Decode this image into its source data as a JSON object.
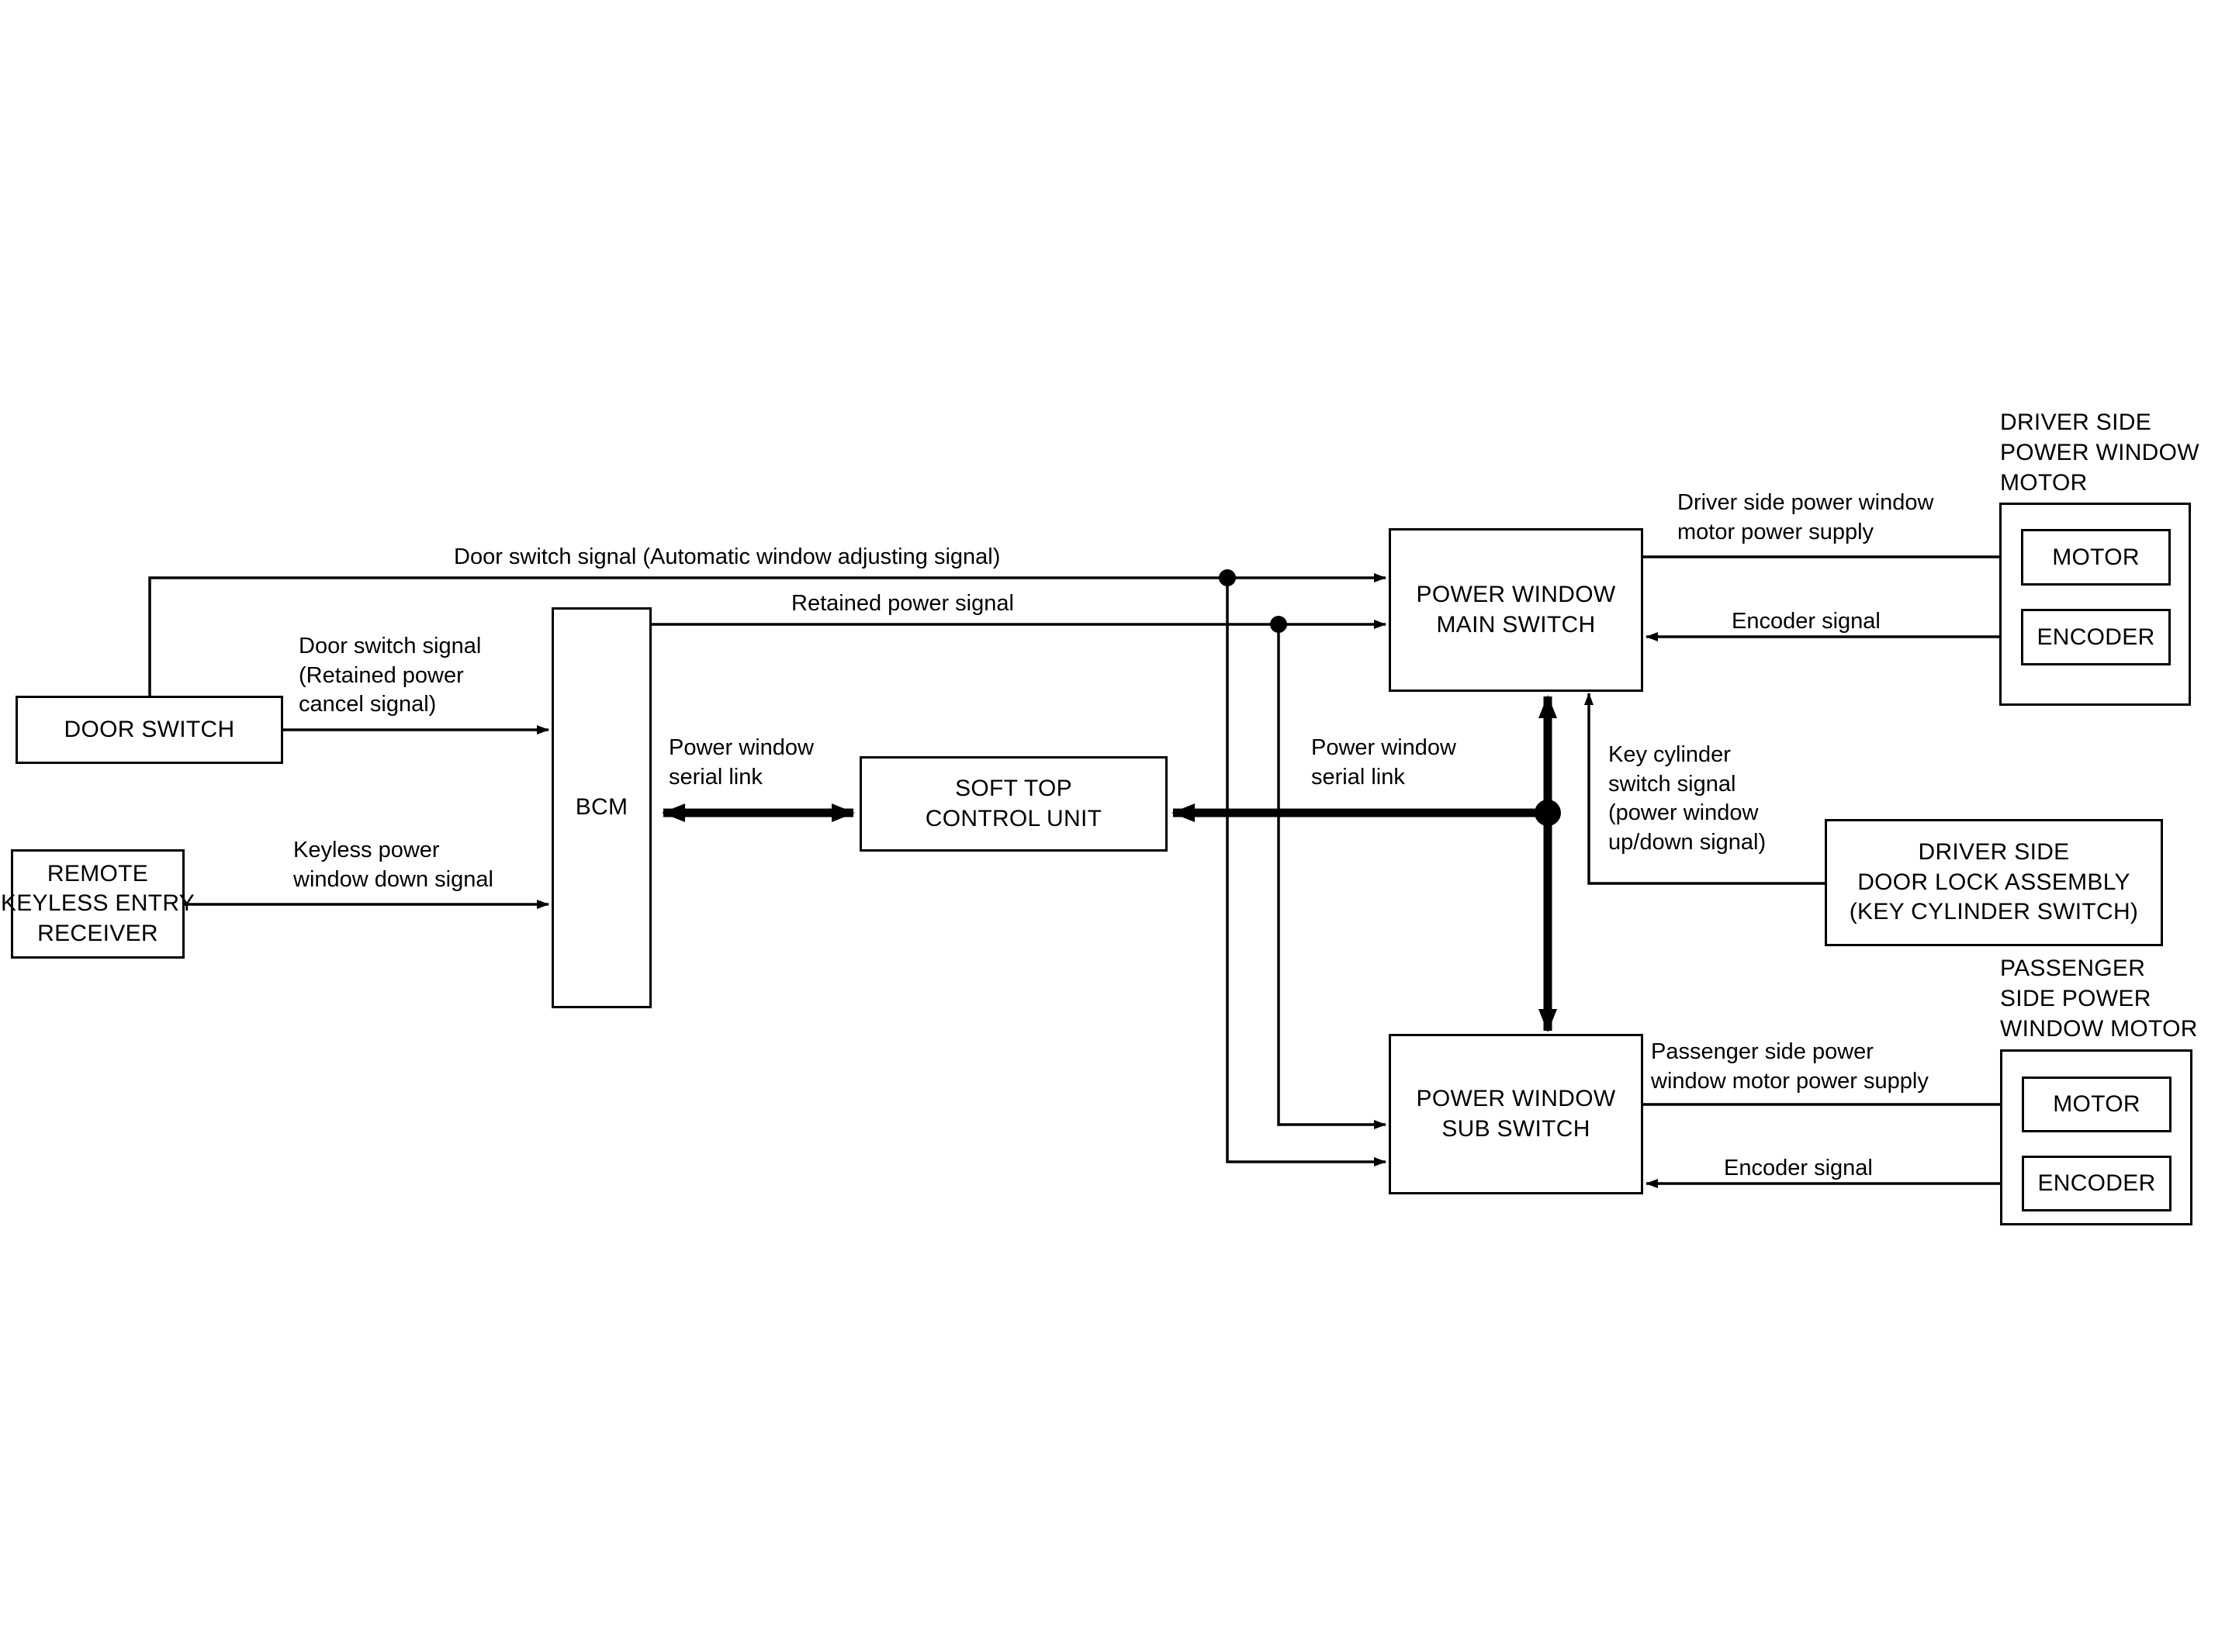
{
  "diagram": {
    "title": "Power Window System Block Diagram",
    "type": "block-diagram",
    "stroke_color": "#000000",
    "background_color": "#ffffff"
  },
  "nodes": {
    "door_switch": {
      "label": "DOOR SWITCH"
    },
    "remote_keyless": {
      "line1": "REMOTE",
      "line2": "KEYLESS ENTRY",
      "line3": "RECEIVER"
    },
    "bcm": {
      "label": "BCM"
    },
    "soft_top": {
      "line1": "SOFT TOP",
      "line2": "CONTROL UNIT"
    },
    "power_window_main_switch": {
      "line1": "POWER WINDOW",
      "line2": "MAIN SWITCH"
    },
    "power_window_sub_switch": {
      "line1": "POWER WINDOW",
      "line2": "SUB SWITCH"
    },
    "driver_door_lock": {
      "line1": "DRIVER SIDE",
      "line2": "DOOR LOCK ASSEMBLY",
      "line3": "(KEY CYLINDER SWITCH)"
    },
    "driver_motor_group": {
      "title": "DRIVER SIDE\nPOWER WINDOW\nMOTOR",
      "motor": "MOTOR",
      "encoder": "ENCODER"
    },
    "passenger_motor_group": {
      "title": "PASSENGER\nSIDE POWER\nWINDOW MOTOR",
      "motor": "MOTOR",
      "encoder": "ENCODER"
    }
  },
  "edges": {
    "door_switch_auto_adjust": "Door switch signal (Automatic window adjusting signal)",
    "door_switch_retained_cancel": "Door switch signal\n(Retained power\ncancel signal)",
    "retained_power": "Retained power signal",
    "keyless_down": "Keyless power\nwindow down signal",
    "serial_link_bcm": "Power window\nserial link",
    "serial_link_right": "Power window\nserial link",
    "key_cylinder": "Key cylinder\nswitch signal\n(power window\nup/down signal)",
    "driver_motor_supply": "Driver side power window\nmotor power supply",
    "driver_encoder": "Encoder signal",
    "passenger_motor_supply": "Passenger side power\nwindow motor power supply",
    "passenger_encoder": "Encoder signal"
  }
}
